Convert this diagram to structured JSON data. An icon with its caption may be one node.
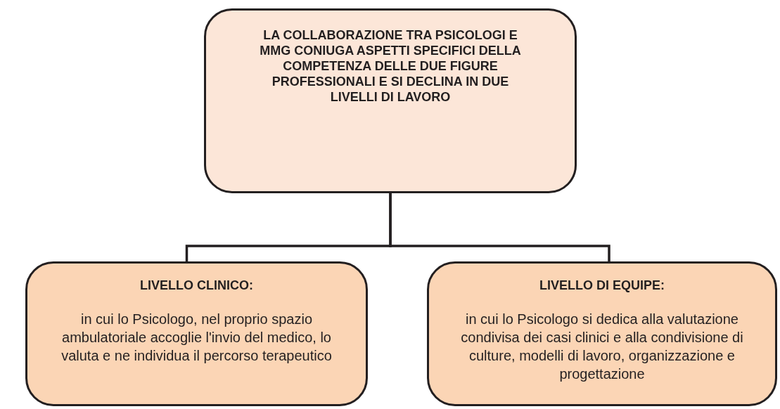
{
  "diagram": {
    "nodes": [
      {
        "text": [
          "LA COLLABORAZIONE TRA PSICOLOGI E MMG CONIUGA ASPETTI SPECIFICI DELLA COMPETENZA DELLE DUE FIGURE PROFESSIONALI E SI DECLINA IN DUE LIVELLI DI LAVORO"
        ]
      },
      {
        "text": [
          "LIVELLO CLINICO:",
          "in cui lo Psicologo, nel proprio spazio ambulatoriale accoglie l'invio del medico, lo valuta e ne individua il percorso terapeutico"
        ]
      },
      {
        "text": [
          "LIVELLO DI EQUIPE:",
          "in cui lo Psicologo si dedica alla valutazione condivisa dei casi clinici e alla condivisione di culture, modelli di lavoro, organizzazione e progettazione"
        ]
      }
    ],
    "edges": [
      {
        "from": 0,
        "to": 1,
        "arrow": "none"
      },
      {
        "from": 0,
        "to": 2,
        "arrow": "none"
      }
    ]
  }
}
